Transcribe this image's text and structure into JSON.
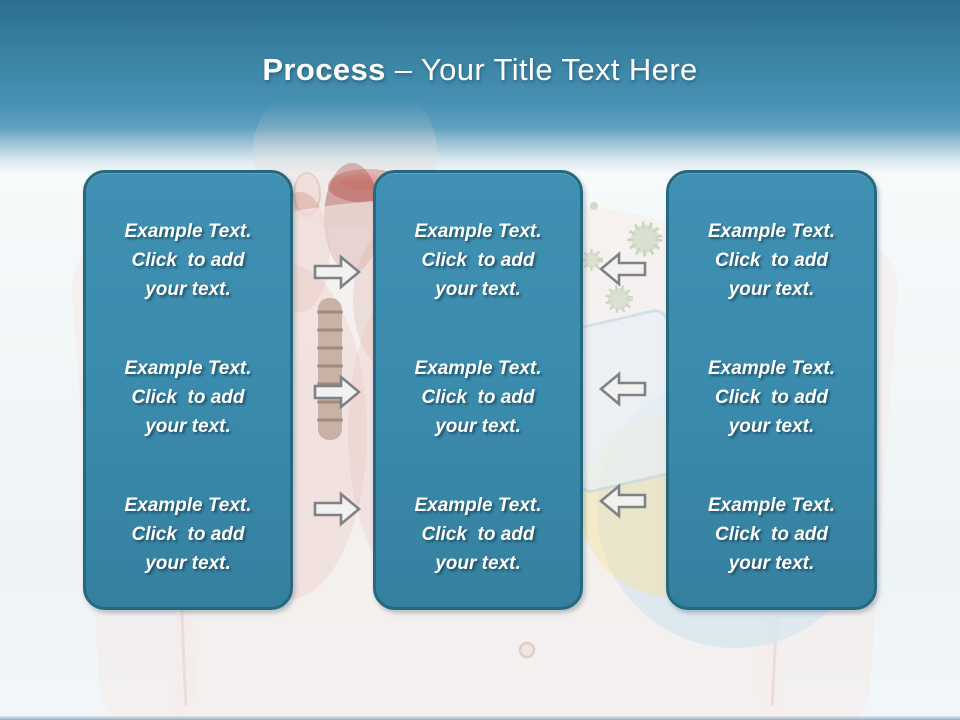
{
  "title": {
    "bold": "Process",
    "rest": " – Your Title Text Here"
  },
  "boxes": [
    {
      "name": "left",
      "paragraphs": [
        "Example Text.\nClick  to add\nyour text.",
        "Example Text.\nClick  to add\nyour text.",
        "Example Text.\nClick  to add\nyour text."
      ]
    },
    {
      "name": "middle",
      "paragraphs": [
        "Example Text.\nClick  to add\nyour text.",
        "Example Text.\nClick  to add\nyour text.",
        "Example Text.\nClick  to add\nyour text."
      ]
    },
    {
      "name": "right",
      "paragraphs": [
        "Example Text.\nClick  to add\nyour text.",
        "Example Text.\nClick  to add\nyour text.",
        "Example Text.\nClick  to add\nyour text."
      ]
    }
  ],
  "arrows": {
    "left_to_middle": [
      "right",
      "right",
      "right"
    ],
    "right_to_middle": [
      "left",
      "left",
      "left"
    ]
  },
  "colors": {
    "header_top": "#2d6e8d",
    "header_mid": "#4892b5",
    "box_fill": "#3a8aac",
    "box_border": "#25687f",
    "arrow_fill": "#f1f1ef",
    "arrow_border": "#7f8184",
    "text": "#ffffff"
  }
}
